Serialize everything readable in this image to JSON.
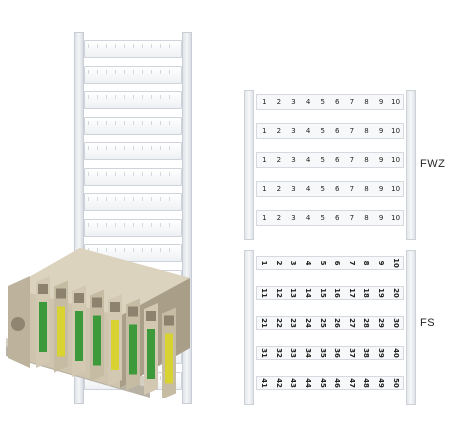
{
  "labels": {
    "fwz": "FWZ",
    "fs": "FS"
  },
  "fwz": {
    "rows": [
      [
        "1",
        "2",
        "3",
        "4",
        "5",
        "6",
        "7",
        "8",
        "9",
        "10"
      ],
      [
        "1",
        "2",
        "3",
        "4",
        "5",
        "6",
        "7",
        "8",
        "9",
        "10"
      ],
      [
        "1",
        "2",
        "3",
        "4",
        "5",
        "6",
        "7",
        "8",
        "9",
        "10"
      ],
      [
        "1",
        "2",
        "3",
        "4",
        "5",
        "6",
        "7",
        "8",
        "9",
        "10"
      ],
      [
        "1",
        "2",
        "3",
        "4",
        "5",
        "6",
        "7",
        "8",
        "9",
        "10"
      ]
    ]
  },
  "fs": {
    "rows": [
      [
        "1",
        "2",
        "3",
        "4",
        "5",
        "6",
        "7",
        "8",
        "9",
        "10"
      ],
      [
        "11",
        "12",
        "13",
        "14",
        "15",
        "16",
        "17",
        "18",
        "19",
        "20"
      ],
      [
        "21",
        "22",
        "23",
        "24",
        "25",
        "26",
        "27",
        "28",
        "29",
        "30"
      ],
      [
        "31",
        "32",
        "33",
        "34",
        "35",
        "36",
        "37",
        "38",
        "39",
        "40"
      ],
      [
        "41",
        "42",
        "43",
        "44",
        "45",
        "46",
        "47",
        "48",
        "49",
        "50"
      ]
    ]
  },
  "colors": {
    "housing": "#cfc4ad",
    "housing_shadow": "#a99e88",
    "green_strip": "#3c9a3a",
    "yellow_strip": "#d8d233",
    "din_rail": "#b8b2a4"
  }
}
